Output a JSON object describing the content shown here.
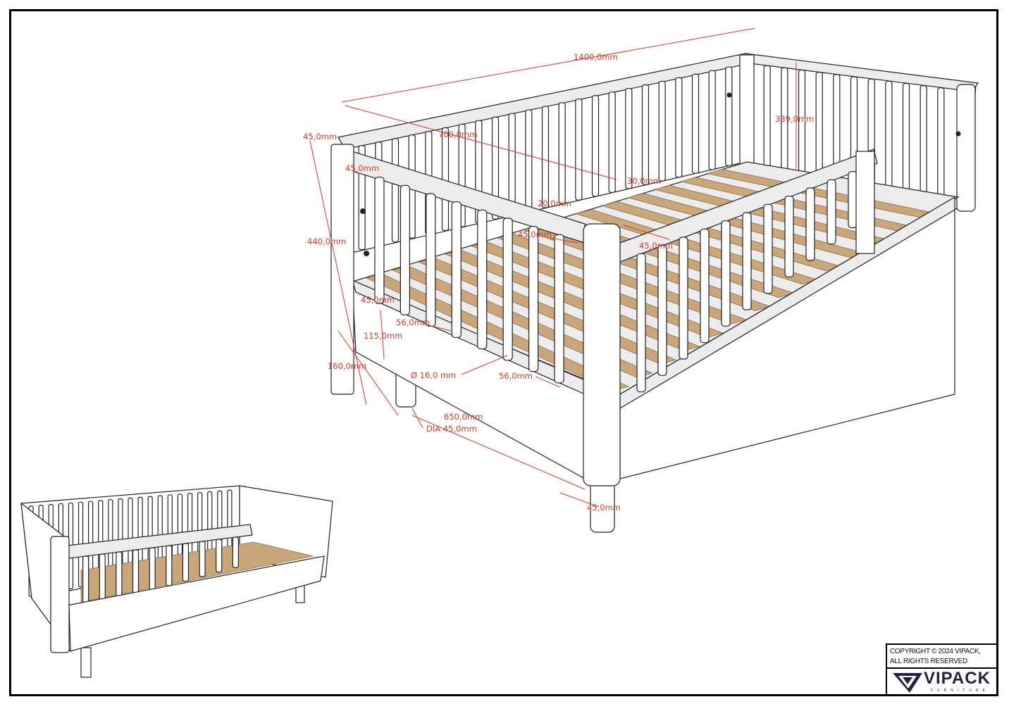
{
  "dimensions": {
    "overall_length": "1400,0mm",
    "inner_length": "700,0mm",
    "end_height": "339,0mm",
    "rail_thickness_top": "45,0mm",
    "rail_thickness_inner": "45,0mm",
    "total_height": "440,0mm",
    "gap_30": "30,0mm",
    "gap_20": "20,0mm",
    "post_offset": "45,0mm",
    "rail_offset": "45,0mm",
    "bottom_rail": "45,0mm",
    "spacing_left": "56,0mm",
    "plinth_height": "115,0mm",
    "leg_height": "160,0mm",
    "baluster_dia": "Ø 16,0 mm",
    "spacing_right": "56,0mm",
    "width": "650,0mm",
    "leg_dia": "DIA 45,0mm",
    "post_depth": "45,0mm"
  },
  "colors": {
    "dimension": "#d23a2a",
    "slat": "#c9a77a",
    "brand": "#1f2340"
  },
  "titleblock": {
    "copyright_line1": "COPYRIGHT  © 2024 VIPACK,",
    "copyright_line2": "ALL RIGHTS RESERVED",
    "logo": "VIPACK",
    "logo_sub": "FURNITURE"
  }
}
